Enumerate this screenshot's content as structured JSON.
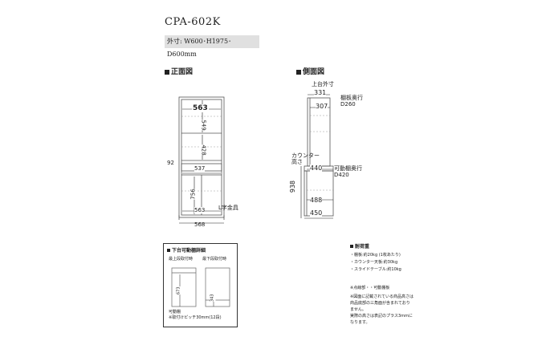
{
  "product": {
    "model": "CPA-602K",
    "dimensions": "外寸: W600･H1975･D600mm"
  },
  "front_view": {
    "title": "正面図",
    "dims": {
      "top_inner_width": "563",
      "shelf_gap1": "549",
      "shelf_gap2": "428",
      "left_side": "92",
      "drawer_width": "537",
      "lower_height": "756",
      "lower_inner_width": "563",
      "total_width": "568",
      "hardware_label": "L字金具"
    }
  },
  "side_view": {
    "title": "側面図",
    "dims": {
      "top_outer_label": "上台外寸",
      "top_outer_depth": "331",
      "shelf_inner_depth": "307",
      "shelf_depth_label": "棚板奥行\nD260",
      "counter_height_label": "カウンター\n高さ",
      "counter_depth": "440",
      "movable_shelf_label": "可動棚奥行\nD420",
      "counter_height_value": "938",
      "lower_mid_depth": "488",
      "lower_bottom_depth": "450"
    }
  },
  "detail_box": {
    "title": "下台可動棚詳細",
    "col1_label": "最上段取付時",
    "col2_label": "最下段取付時",
    "dim_a": "673",
    "dim_b": "343",
    "footer_line1": "可動棚",
    "footer_line2": "※取付けピッチ30mm(12段)"
  },
  "notes": {
    "heading": "耐荷重",
    "items": [
      "・棚板:約20kg (1枚あたり)",
      "・カウンター天板:約30kg",
      "・スライドテーブル:約10kg"
    ],
    "footnote1": "※点線部・・可動棚板",
    "footnote2": "※図面に記載されている商品高さは\n商品底部の三角面が含まれており\nません。\n実際の高さは表記のプラス3mmに\nなります。"
  }
}
